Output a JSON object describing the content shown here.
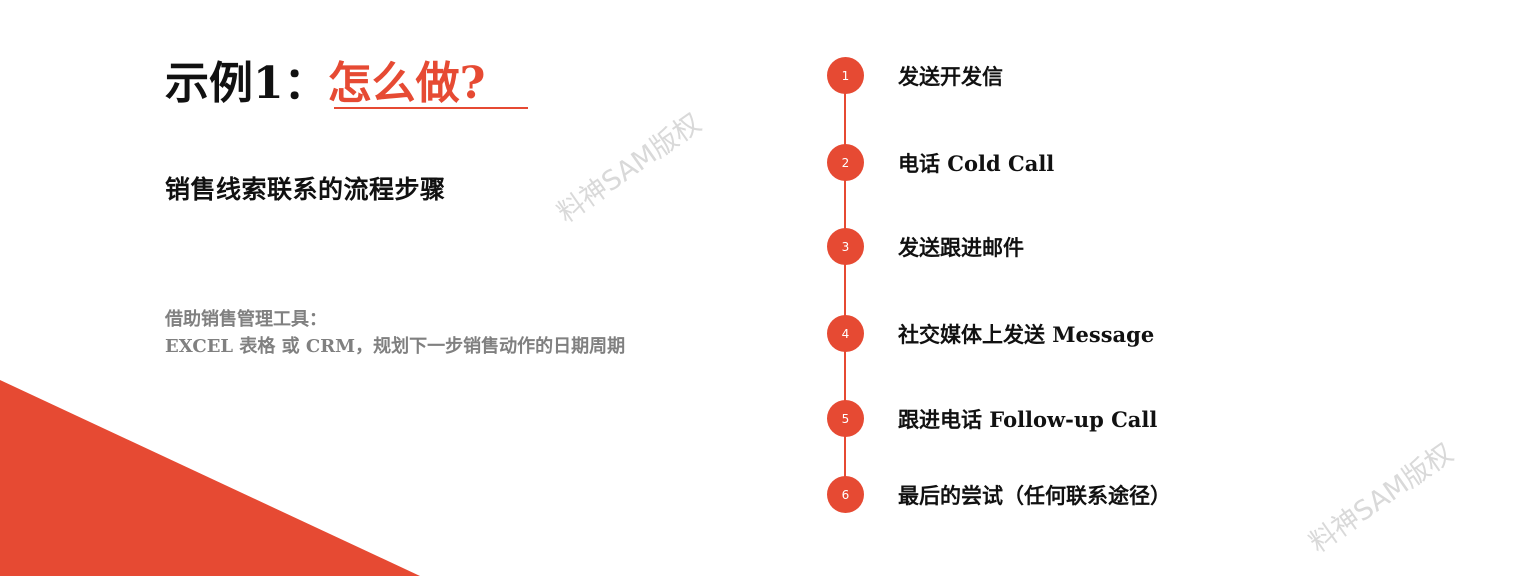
{
  "colors": {
    "accent": "#e64a33",
    "heading": "#111111",
    "muted": "#808080",
    "watermark": "#d9d9d9"
  },
  "title": {
    "prefix": "示例1：",
    "accent": "怎么做?"
  },
  "subtitle": "销售线索联系的流程步骤",
  "note": {
    "line1": "借助销售管理工具：",
    "line2": "EXCEL 表格 或 CRM，规划下一步销售动作的日期周期"
  },
  "watermark": "料神SAM版权",
  "steps": [
    {
      "number": "1",
      "label": "发送开发信"
    },
    {
      "number": "2",
      "label": "电话 Cold Call"
    },
    {
      "number": "3",
      "label": "发送跟进邮件"
    },
    {
      "number": "4",
      "label": "社交媒体上发送 Message"
    },
    {
      "number": "5",
      "label": "跟进电话 Follow-up Call"
    },
    {
      "number": "6",
      "label": "最后的尝试（任何联系途径）"
    }
  ]
}
